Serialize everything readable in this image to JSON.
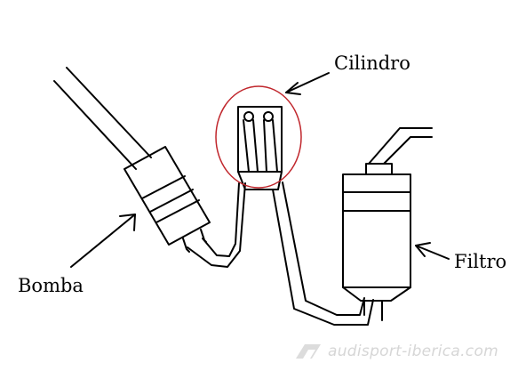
{
  "labels": {
    "cilindro": "Cilindro",
    "bomba": "Bomba",
    "filtro": "Filtro"
  },
  "watermark": {
    "text": "audisport-iberica.com",
    "logo_icon": "audisport-logo-icon"
  },
  "colors": {
    "line": "#000000",
    "highlight_circle": "#c0262c",
    "watermark": "#d6d6d6",
    "background": "#ffffff"
  }
}
